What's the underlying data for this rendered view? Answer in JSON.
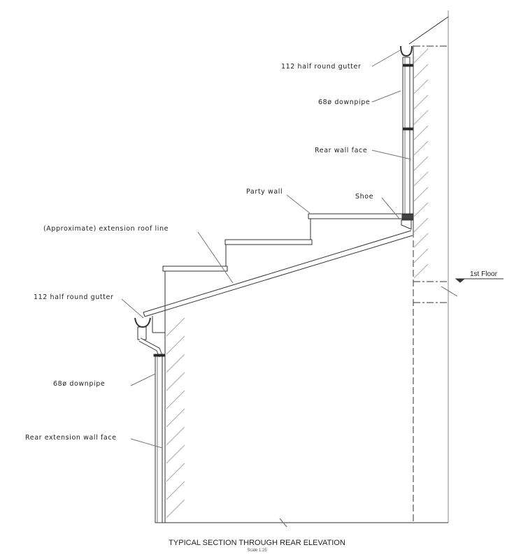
{
  "labels": {
    "gutter_upper": "112 half round gutter",
    "downpipe_upper": "68ø downpipe",
    "rear_wall_face": "Rear wall face",
    "party_wall": "Party wall",
    "shoe": "Shoe",
    "roof_line": "(Approximate) extension roof line",
    "first_floor": "1st Floor",
    "gutter_lower": "112 half round gutter",
    "downpipe_lower": "68ø downpipe",
    "rear_extension_wall_face": "Rear extension wall face"
  },
  "title": "TYPICAL SECTION THROUGH REAR ELEVATION",
  "scale": "Scale 1:25"
}
